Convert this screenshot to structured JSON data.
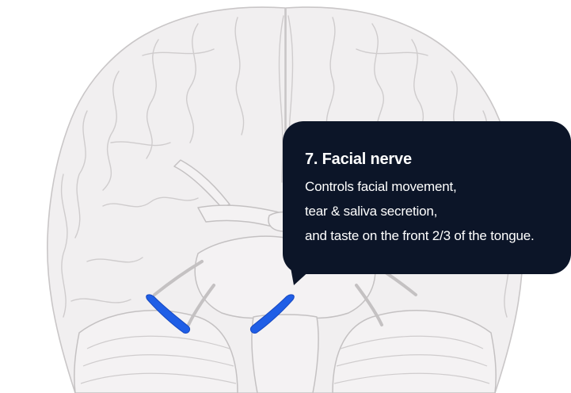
{
  "callout": {
    "title": "7. Facial nerve",
    "lines": [
      "Controls facial movement,",
      "tear & saliva secretion,",
      "and taste on the front 2/3 of the tongue."
    ]
  },
  "colors": {
    "brain_fill": "#f1eff0",
    "brain_stroke": "#c9c6c7",
    "nerve_highlight": "#1f5ee6",
    "callout_background": "#0c1528",
    "callout_text": "#ffffff"
  },
  "icons": {
    "brain": "brain-inferior-view-illustration",
    "nerve": "facial-nerve-highlight"
  }
}
